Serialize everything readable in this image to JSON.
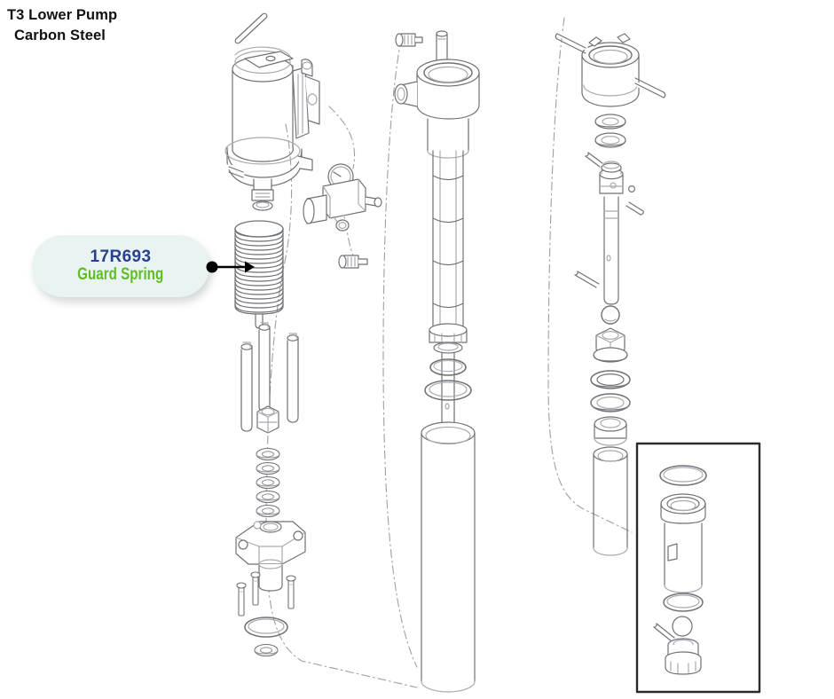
{
  "document": {
    "title_line_1": "T3 Lower Pump",
    "title_line_2": "Carbon Steel",
    "kind": "exploded-parts-diagram"
  },
  "callout": {
    "part_number": "17R693",
    "part_name": "Guard Spring",
    "part_number_color": "#27408f",
    "part_name_color": "#62bd24",
    "pill_color": "#e9f4f2",
    "pointer": "arrow-right"
  },
  "colors": {
    "line_art": "#6f7276",
    "line_art_light": "#a7abaf",
    "leader_line": "#9aa0a4",
    "inset_border": "#2b2b2b",
    "title_text": "#111114",
    "background": "#ffffff"
  },
  "columns": [
    {
      "name": "left-column",
      "parts": [
        {
          "label": "alignment-pin"
        },
        {
          "label": "motor-housing-cylinder"
        },
        {
          "label": "housing-clamp-collar"
        },
        {
          "label": "air-regulator-gauge"
        },
        {
          "label": "inline-fitting"
        },
        {
          "label": "guard-spring",
          "highlighted": true
        },
        {
          "label": "tie-rod-left"
        },
        {
          "label": "tie-rod-center"
        },
        {
          "label": "tie-rod-right"
        },
        {
          "label": "hex-jam-nut"
        },
        {
          "label": "washer-stack"
        },
        {
          "label": "manifold-block"
        },
        {
          "label": "manifold-bolts"
        },
        {
          "label": "large-o-ring"
        },
        {
          "label": "seal-washer"
        }
      ]
    },
    {
      "name": "center-column",
      "parts": [
        {
          "label": "air-inlet-fitting"
        },
        {
          "label": "valve-body-with-side-port"
        },
        {
          "label": "slotted-sleeve"
        },
        {
          "label": "piston-rod-guide"
        },
        {
          "label": "rod-o-ring-upper"
        },
        {
          "label": "rod-o-ring-lower"
        },
        {
          "label": "piston-rod"
        },
        {
          "label": "cylinder-tube"
        }
      ]
    },
    {
      "name": "right-column",
      "parts": [
        {
          "label": "packing-nut-with-handles"
        },
        {
          "label": "gland-washer"
        },
        {
          "label": "gland-ring"
        },
        {
          "label": "set-screw-upper"
        },
        {
          "label": "rod-coupling"
        },
        {
          "label": "set-screw-side"
        },
        {
          "label": "set-screw-lower"
        },
        {
          "label": "displacement-rod"
        },
        {
          "label": "retaining-ring"
        },
        {
          "label": "hex-gland-nut"
        },
        {
          "label": "packing-seal-upper"
        },
        {
          "label": "packing-seal-lower"
        },
        {
          "label": "seal-housing"
        },
        {
          "label": "outlet-tube"
        }
      ]
    }
  ],
  "inset": {
    "name": "detail-inset",
    "parts": [
      {
        "label": "detail-o-ring-top"
      },
      {
        "label": "detail-cylinder-sleeve"
      },
      {
        "label": "detail-o-ring-mid"
      },
      {
        "label": "detail-small-ring"
      },
      {
        "label": "detail-retainer-pin"
      },
      {
        "label": "detail-check-valve"
      }
    ]
  }
}
